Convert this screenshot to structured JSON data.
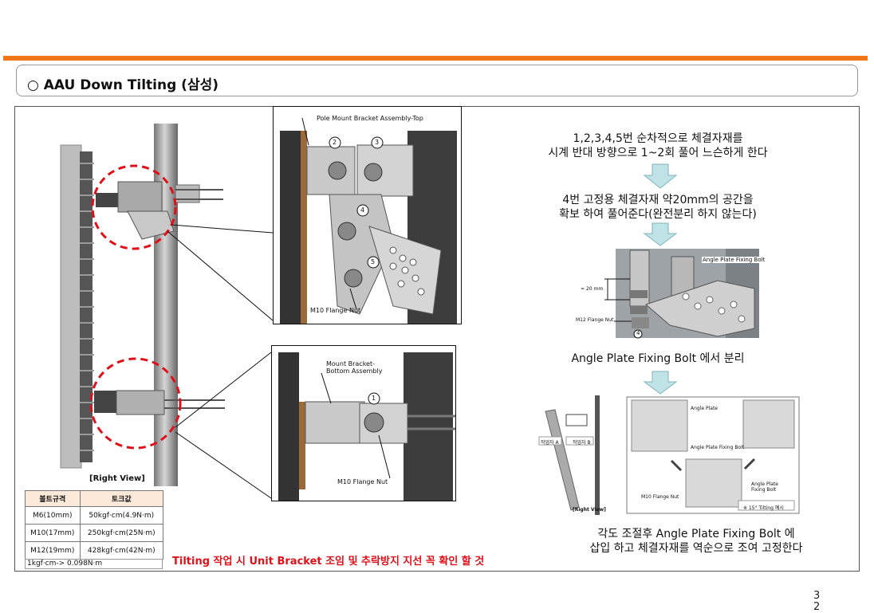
{
  "header": {
    "title": "○ AAU Down Tilting (삼성)"
  },
  "left_figure": {
    "caption": "[Right View]"
  },
  "inset_top": {
    "label_top": "Pole Mount Bracket Assembly-Top",
    "label_nut": "M10 Flange Nut",
    "steps": [
      "2",
      "3",
      "4",
      "5"
    ]
  },
  "inset_bottom": {
    "label_top": "Mount Bracket-Bottom Assembly",
    "label_nut": "M10 Flange Nut",
    "steps": [
      "1"
    ]
  },
  "instructions": {
    "step1_line1": "1,2,3,4,5번 순차적으로 체결자재를",
    "step1_line2": "시계 반대 방향으로 1~2회 풀어 느슨하게 한다",
    "step2_line1": "4번 고정용 체결자재 약20mm의 공간을",
    "step2_line2": "확보 하여 풀어준다(완전분리 하지 않는다)",
    "step3": "Angle Plate Fixing Bolt 에서 분리",
    "step4_line1": "각도 조절후 Angle Plate Fixing Bolt 에",
    "step4_line2": "삽입 하고 체결자재를 역순으로 조여 고정한다"
  },
  "detail_photo": {
    "label_bolt": "Angle Plate Fixing Bolt",
    "label_gap": "≈ 20 mm",
    "label_nut": "M12 Flange Nut",
    "step": "4"
  },
  "final_figure": {
    "worker_a": "작업자 A",
    "worker_b": "작업자 B",
    "right_view": "[Right View]",
    "angle_plate": "Angle Plate",
    "angle_plate_fixing_bolt_1": "Angle Plate Fixing Bolt",
    "angle_plate_fixing_bolt_2": "Angle Plate Fixing Bolt",
    "m10_nut": "M10 Flange Nut",
    "note": "※ 15° Tilting 예시"
  },
  "torque_table": {
    "headers": [
      "볼트규격",
      "토크값"
    ],
    "rows": [
      [
        "M6(10mm)",
        "50kgf·cm(4.9N·m)"
      ],
      [
        "M10(17mm)",
        "250kgf·cm(25N·m)"
      ],
      [
        "M12(19mm)",
        "428kgf·cm(42N·m)"
      ]
    ],
    "conversion": "1kgf·cm-> 0.098N·m"
  },
  "warning": "Tilting 작업 시 Unit Bracket 조임 및 추락방지 지선 꼭 확인 할 것",
  "page_number": "32",
  "colors": {
    "accent_bar": "#f07818",
    "warning_text": "#e0101a",
    "dashed_circle": "#e0101a",
    "arrow_fill": "#bfe3e6",
    "arrow_stroke": "#7fb3bb",
    "table_header_bg": "#fde9d9"
  }
}
